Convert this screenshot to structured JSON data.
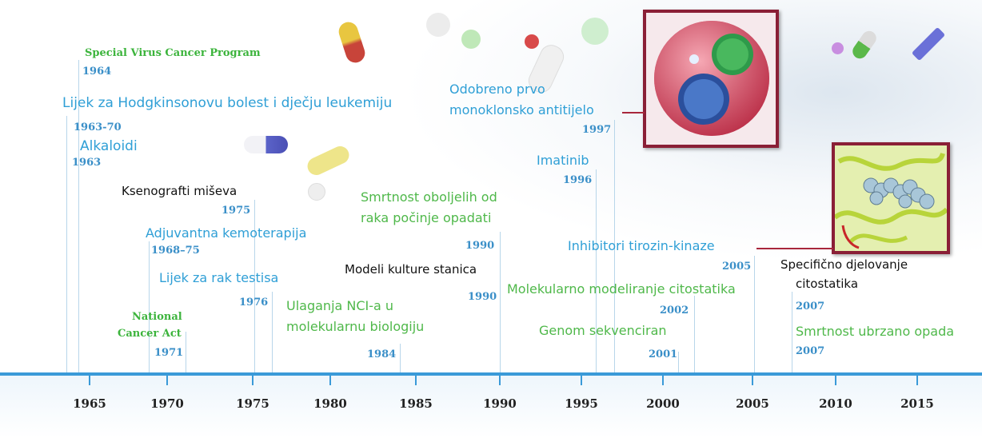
{
  "axis": {
    "ticks": [
      "1965",
      "1970",
      "1975",
      "1980",
      "1985",
      "1990",
      "1995",
      "2000",
      "2005",
      "2010",
      "2015"
    ]
  },
  "events": {
    "special_virus": {
      "text": "Special Virus Cancer Program",
      "year": "1964"
    },
    "hodgkin": {
      "text": "Lijek za Hodgkinsonovu bolest i dječju leukemiju",
      "year": "1963-70"
    },
    "alkaloidi": {
      "text": "Alkaloidi",
      "year": "1963"
    },
    "ksenografti": {
      "text": "Ksenografti miševa",
      "year": "1975"
    },
    "adjuvantna": {
      "text": "Adjuvantna kemoterapija",
      "year": "1968–75"
    },
    "rak_testisa": {
      "text": "Lijek za rak testisa",
      "year": "1976"
    },
    "national_cancer_act": {
      "line1": "National",
      "line2": "Cancer Act",
      "year": "1971"
    },
    "nci": {
      "line1": "Ulaganja NCI-a u",
      "line2": "molekularnu biologiju",
      "year": "1984"
    },
    "smrtnost_opadati": {
      "line1": "Smrtnost oboljelih od",
      "line2": "raka počinje opadati",
      "year": "1990"
    },
    "kulture_stanica": {
      "text": "Modeli kulture stanica",
      "year": "1990"
    },
    "monoklonsko": {
      "line1": "Odobreno prvo",
      "line2": "monoklonsko antitijelo",
      "year": "1997"
    },
    "imatinib": {
      "text": "Imatinib",
      "year": "1996"
    },
    "tirozin": {
      "text": "Inhibitori tirozin-kinaze",
      "year": "2005"
    },
    "modeliranje": {
      "text": "Molekularno modeliranje citostatika",
      "year": "2002"
    },
    "genom": {
      "text": "Genom sekvenciran",
      "year": "2001"
    },
    "specificno": {
      "line1": "Specifično djelovanje",
      "line2": "citostatika",
      "year": "2007"
    },
    "smrtnost_ubrzano": {
      "text": "Smrtnost ubrzano opada",
      "year": "2007"
    }
  },
  "colors": {
    "axis": "#3a9ad8",
    "blue_text": "#2f9fd6",
    "green_text": "#4fb84a",
    "frame": "#8a1f36"
  },
  "images": {
    "virus_image": "virus-particles-image",
    "protein_image": "protein-structure-image"
  }
}
